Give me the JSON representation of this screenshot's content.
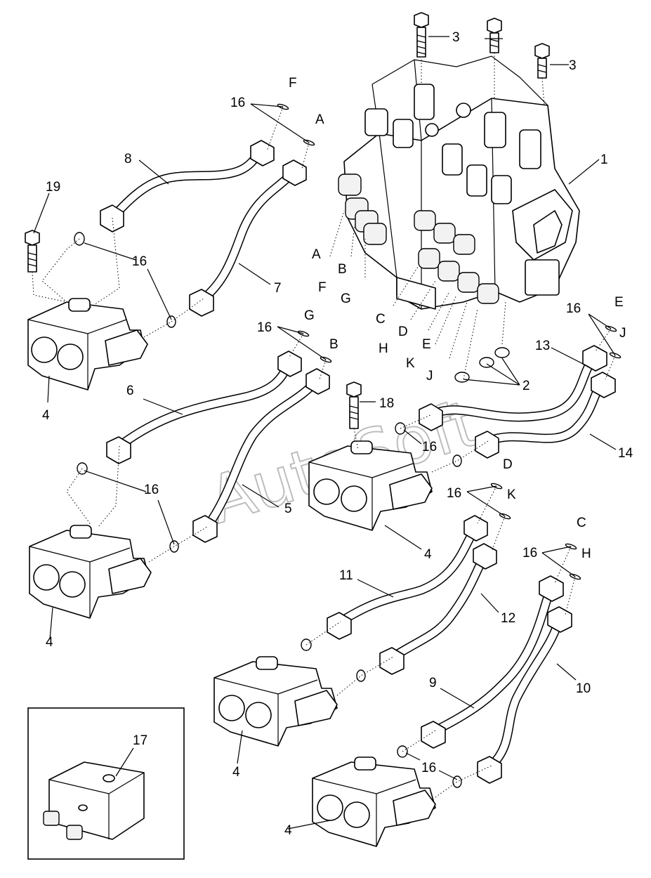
{
  "watermark": "AutoSoft",
  "callouts": {
    "c1": "1",
    "c2": "2",
    "c3a": "3",
    "c3b": "3",
    "c4a": "4",
    "c4b": "4",
    "c4c": "4",
    "c4d": "4",
    "c4e": "4",
    "c5": "5",
    "c6": "6",
    "c7": "7",
    "c8": "8",
    "c9": "9",
    "c10": "10",
    "c11": "11",
    "c12": "12",
    "c13": "13",
    "c14": "14",
    "c16a": "16",
    "c16b": "16",
    "c16c": "16",
    "c16d": "16",
    "c16e": "16",
    "c16f": "16",
    "c16g": "16",
    "c16h": "16",
    "c16i": "16",
    "c17": "17",
    "c18": "18",
    "c19": "19"
  },
  "port_letters": {
    "F_top": "F",
    "A_top": "A",
    "G_mid": "G",
    "B_mid": "B",
    "E_right": "E",
    "J_right": "J",
    "D_right": "D",
    "K_right": "K",
    "C_right": "C",
    "H_right": "H",
    "A_valve": "A",
    "B_valve": "B",
    "F_valve": "F",
    "G_valve": "G",
    "C_valve": "C",
    "D_valve": "D",
    "H_valve": "H",
    "E_valve": "E",
    "K_valve": "K",
    "J_valve": "J"
  }
}
